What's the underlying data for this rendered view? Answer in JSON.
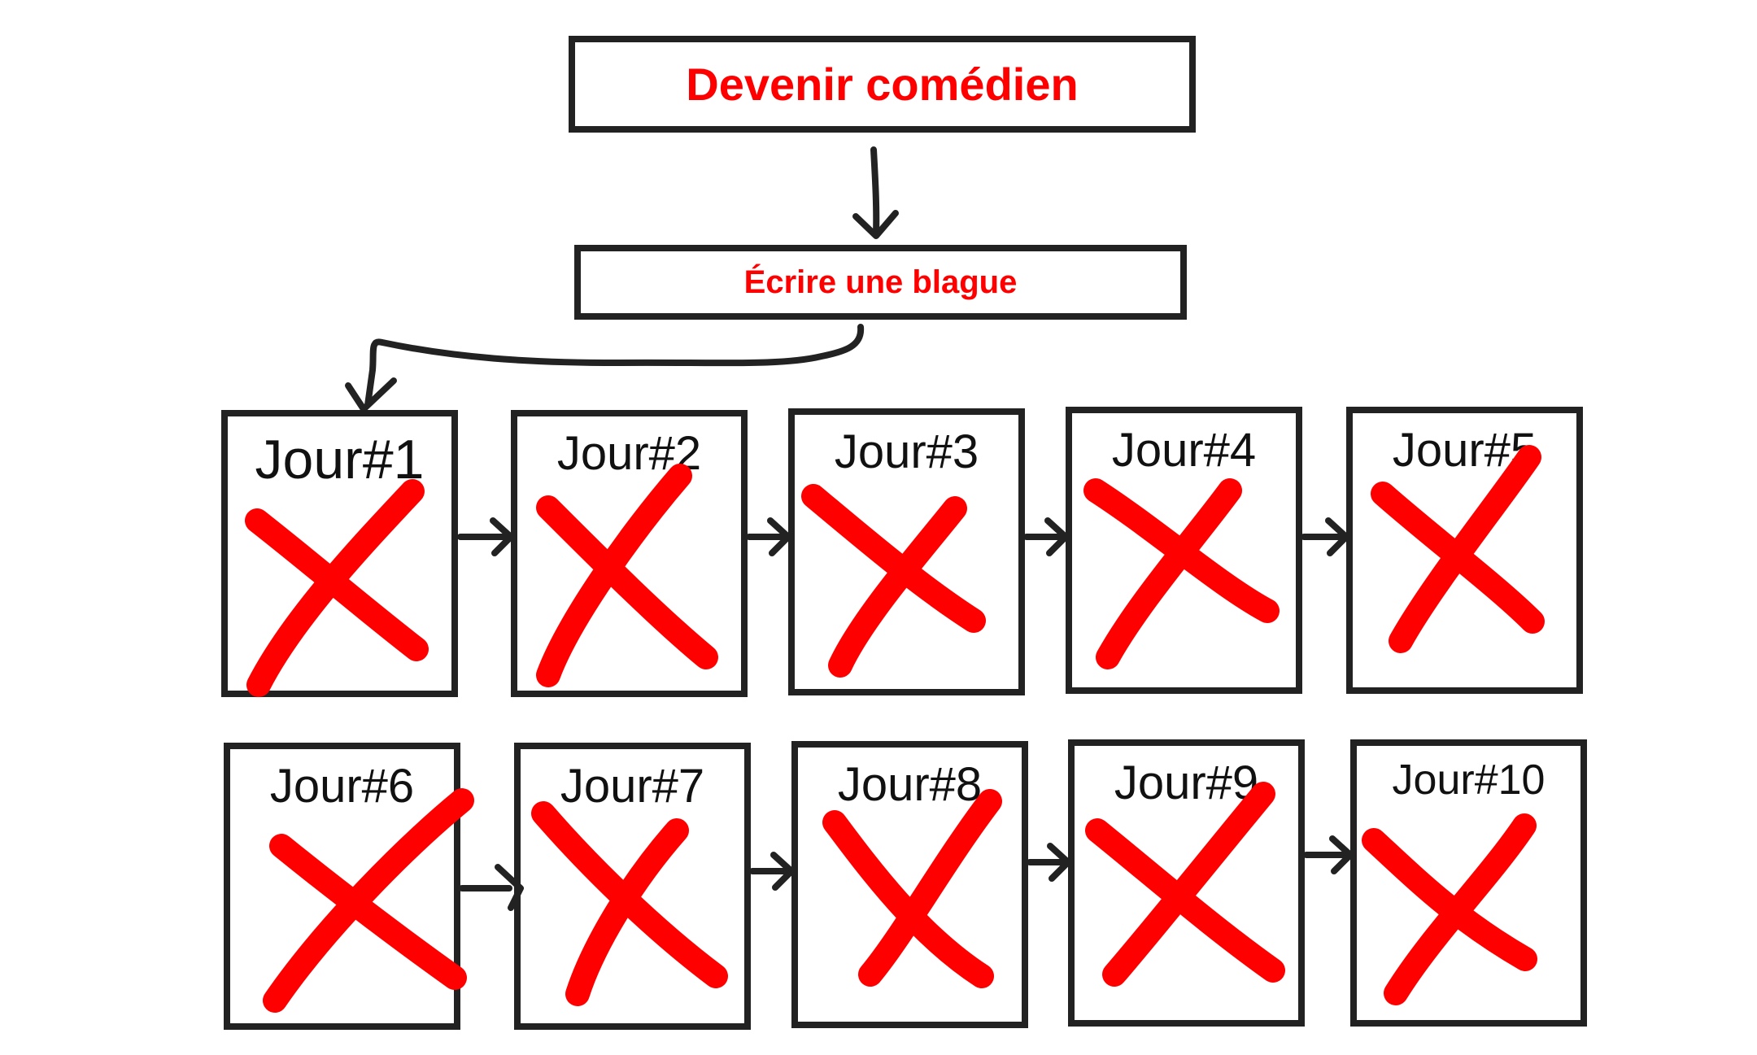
{
  "goal": {
    "label": "Devenir comédien"
  },
  "task": {
    "label": "Écrire une blague"
  },
  "days": [
    {
      "label": "Jour#1",
      "crossed": true
    },
    {
      "label": "Jour#2",
      "crossed": true
    },
    {
      "label": "Jour#3",
      "crossed": true
    },
    {
      "label": "Jour#4",
      "crossed": true
    },
    {
      "label": "Jour#5",
      "crossed": true
    },
    {
      "label": "Jour#6",
      "crossed": true
    },
    {
      "label": "Jour#7",
      "crossed": true
    },
    {
      "label": "Jour#8",
      "crossed": true
    },
    {
      "label": "Jour#9",
      "crossed": true
    },
    {
      "label": "Jour#10",
      "crossed": true
    }
  ],
  "colors": {
    "accent": "#ff0000",
    "ink": "#222222",
    "cross": "#ff0000"
  }
}
